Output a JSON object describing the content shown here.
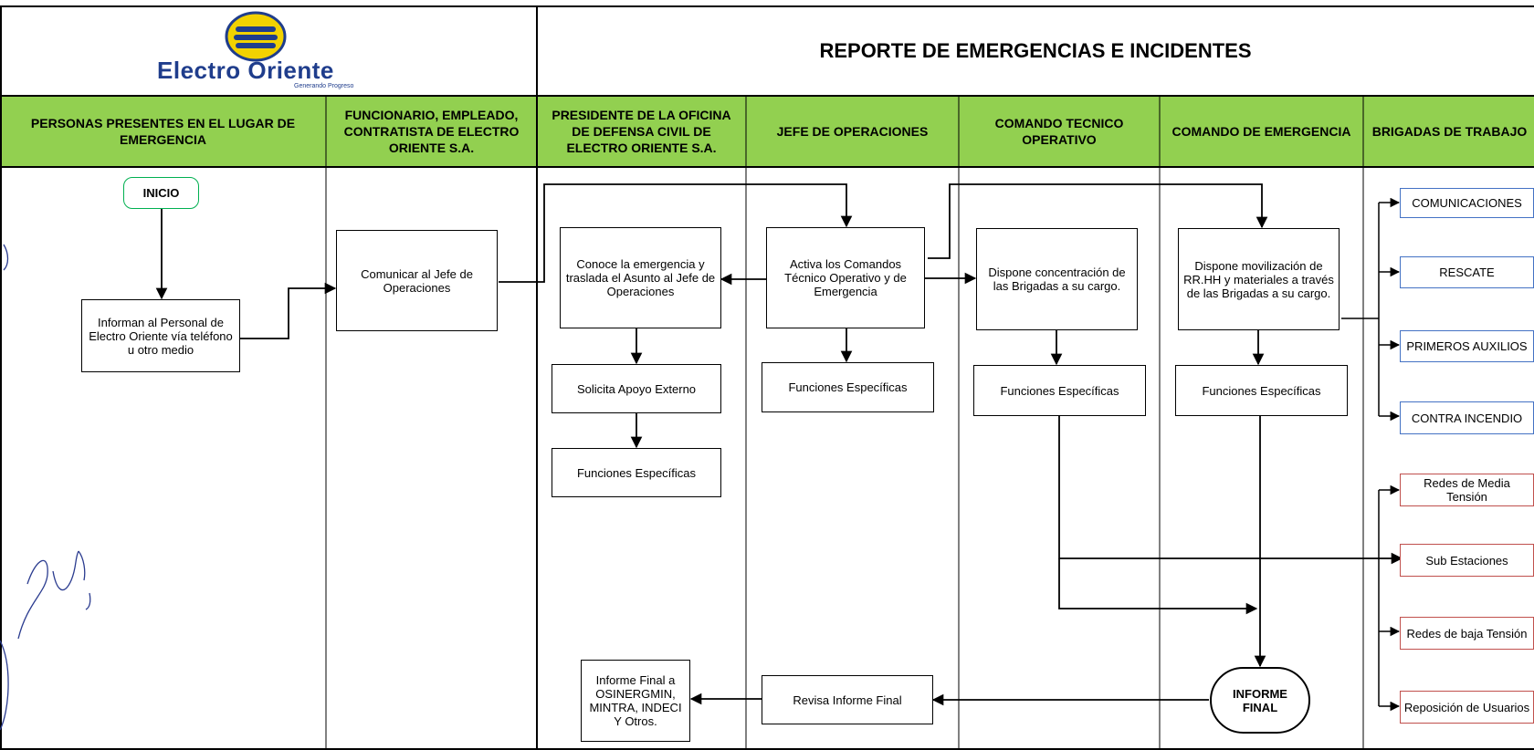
{
  "logo": {
    "text": "Electro Oriente",
    "tagline": "Generando Progreso",
    "colors": {
      "blue": "#1f3d8c",
      "yellow": "#f2d200"
    }
  },
  "title": "REPORTE DE EMERGENCIAS E INCIDENTES",
  "lanes": [
    "PERSONAS PRESENTES EN EL LUGAR DE EMERGENCIA",
    "FUNCIONARIO, EMPLEADO, CONTRATISTA DE ELECTRO ORIENTE S.A.",
    "PRESIDENTE DE LA OFICINA DE DEFENSA CIVIL DE ELECTRO ORIENTE S.A.",
    "JEFE DE OPERACIONES",
    "COMANDO TECNICO OPERATIVO",
    "COMANDO DE EMERGENCIA",
    "BRIGADAS DE TRABAJO"
  ],
  "nodes": {
    "inicio": "INICIO",
    "informan": "Informan al Personal de Electro Oriente vía teléfono u otro medio",
    "comunicar": "Comunicar al Jefe de Operaciones",
    "conoce": "Conoce la emergencia y traslada el Asunto al Jefe de Operaciones",
    "solicita": "Solicita Apoyo Externo",
    "funciones_presidente": "Funciones Específicas",
    "activa": "Activa los Comandos Técnico Operativo y de Emergencia",
    "funciones_jefe": "Funciones Específicas",
    "dispone_concentracion": "Dispone concentración de las Brigadas a su cargo.",
    "funciones_tecnico": "Funciones Específicas",
    "dispone_movilizacion": "Dispone movilización de RR.HH y materiales a través de las Brigadas a su cargo.",
    "funciones_emergencia": "Funciones Específicas",
    "informe_final": "INFORME FINAL",
    "revisa": "Revisa Informe Final",
    "informe_osinergmin": "Informe Final a OSINERGMIN, MINTRA, INDECI Y Otros."
  },
  "brigades_blue": [
    "COMUNICACIONES",
    "RESCATE",
    "PRIMEROS AUXILIOS",
    "CONTRA INCENDIO"
  ],
  "brigades_red": [
    "Redes de Media Tensión",
    "Sub Estaciones",
    "Redes de baja Tensión",
    "Reposición de Usuarios"
  ],
  "colors": {
    "lane_header": "#92d050",
    "blue_box": "#4472c4",
    "red_box": "#c0504d",
    "start_box": "#00b050"
  }
}
